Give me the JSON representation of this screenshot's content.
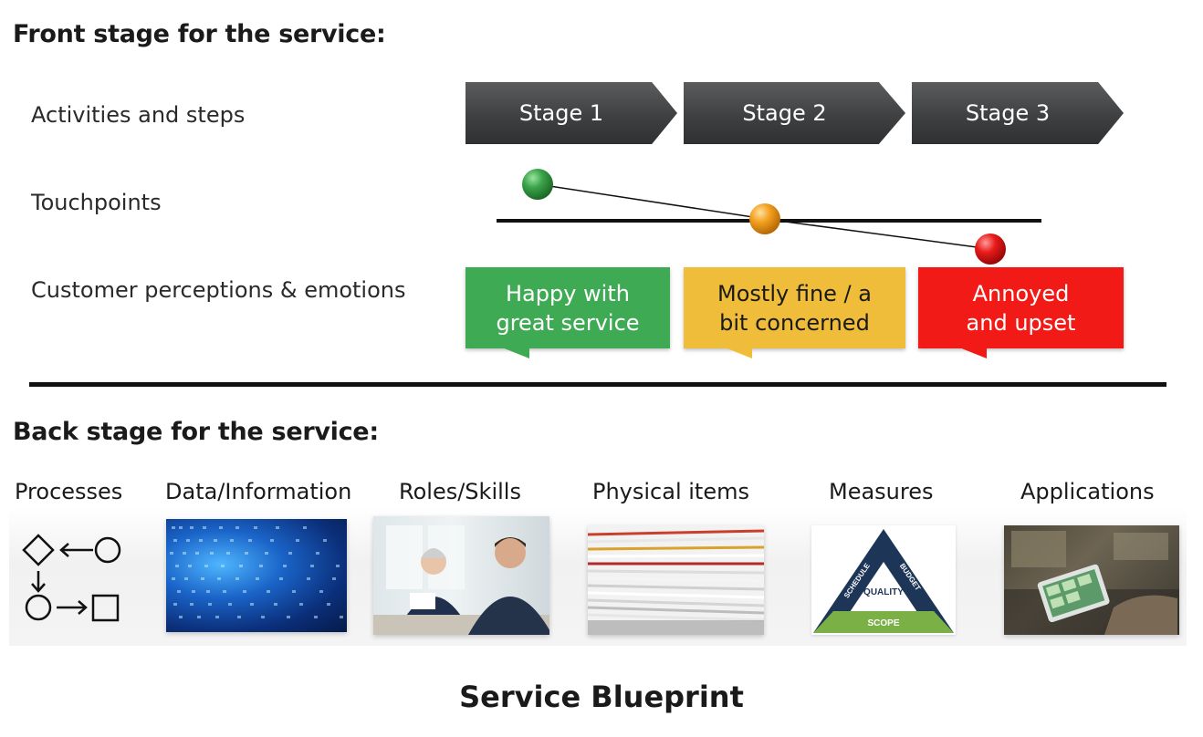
{
  "front": {
    "heading": "Front stage for the service:",
    "rows": {
      "activities": "Activities and steps",
      "touchpoints": "Touchpoints",
      "emotions": "Customer perceptions & emotions"
    },
    "stages": [
      "Stage 1",
      "Stage 2",
      "Stage 3"
    ],
    "touchpoint_colors": [
      "#3aa34a",
      "#f3a020",
      "#e81b1b"
    ],
    "emotions": [
      {
        "text": "Happy with\ngreat service",
        "color": "#3faa54"
      },
      {
        "text": "Mostly fine / a\nbit concerned",
        "color": "#f0bd3a"
      },
      {
        "text": "Annoyed\nand upset",
        "color": "#f21a16"
      }
    ]
  },
  "back": {
    "heading": "Back stage for the service:",
    "items": [
      "Processes",
      "Data/Information",
      "Roles/Skills",
      "Physical items",
      "Measures",
      "Applications"
    ],
    "measures_triangle": {
      "left": "SCHEDULE",
      "right": "BUDGET",
      "center": "QUALITY",
      "bottom": "SCOPE"
    }
  },
  "caption": "Service Blueprint"
}
